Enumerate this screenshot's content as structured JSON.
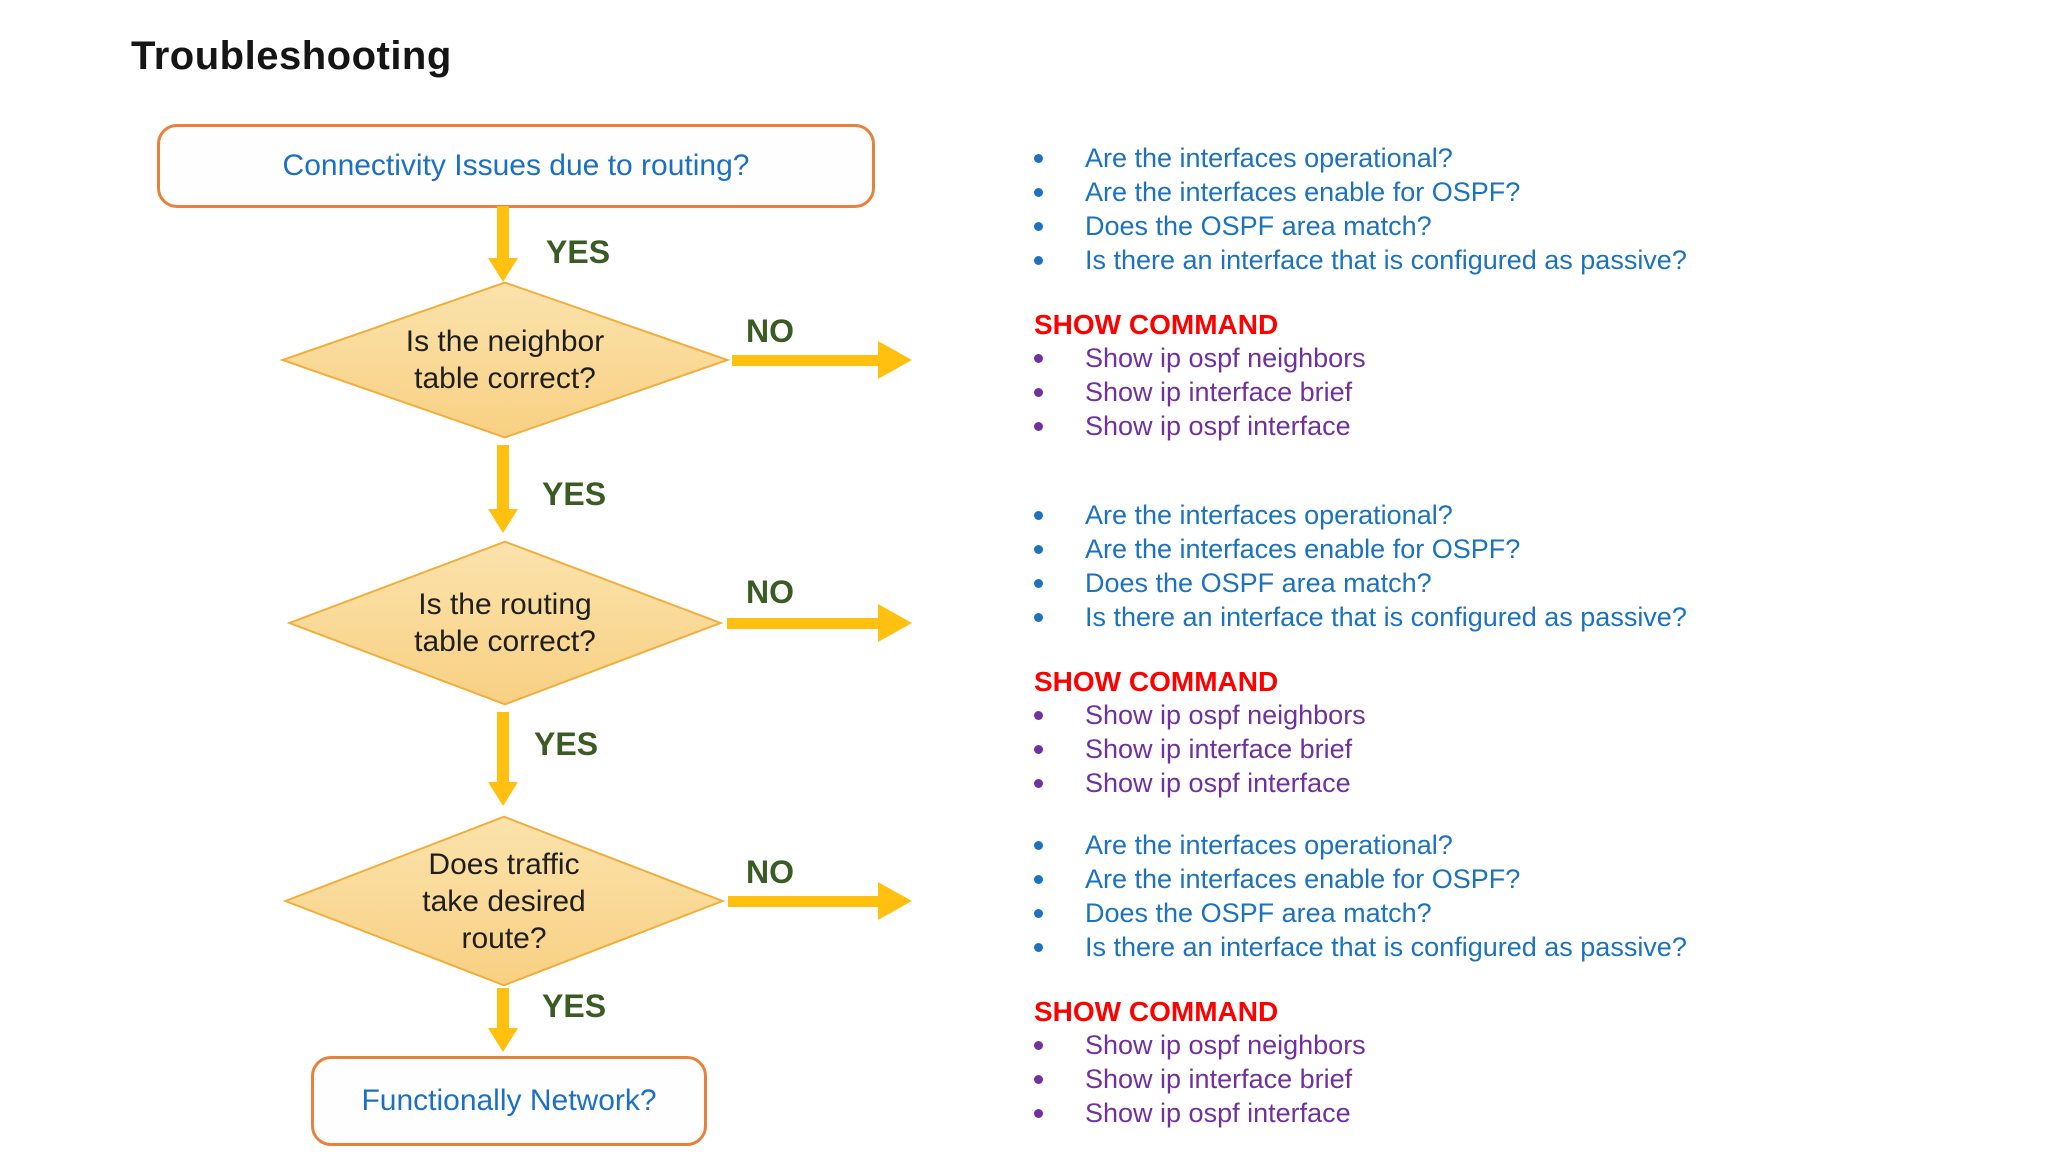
{
  "title": "Troubleshooting",
  "flowchart": {
    "start_label": "Connectivity Issues due to routing?",
    "end_label": "Functionally Network?",
    "yes_label": "YES",
    "no_label": "NO",
    "decisions": [
      {
        "lines": [
          "Is the neighbor",
          "table correct?"
        ]
      },
      {
        "lines": [
          "Is the routing",
          "table correct?"
        ]
      },
      {
        "lines": [
          "Does traffic",
          "take desired",
          "route?"
        ]
      }
    ]
  },
  "panels": [
    {
      "questions": [
        "Are the interfaces operational?",
        "Are the interfaces enable for OSPF?",
        "Does the OSPF area match?",
        "Is there an interface that is configured as passive?"
      ],
      "show_command_label": "SHOW COMMAND",
      "commands": [
        "Show ip ospf neighbors",
        "Show ip interface brief",
        "Show ip ospf interface"
      ]
    },
    {
      "questions": [
        "Are the interfaces operational?",
        "Are the interfaces enable for OSPF?",
        "Does the OSPF area match?",
        "Is there an interface that is configured as passive?"
      ],
      "show_command_label": "SHOW COMMAND",
      "commands": [
        "Show ip ospf neighbors",
        "Show ip interface brief",
        "Show ip ospf interface"
      ]
    },
    {
      "questions": [
        "Are the interfaces operational?",
        "Are the interfaces enable for OSPF?",
        "Does the OSPF area match?",
        "Is there an interface that is configured as passive?"
      ],
      "show_command_label": "SHOW COMMAND",
      "commands": [
        "Show ip ospf neighbors",
        "Show ip interface brief",
        "Show ip ospf interface"
      ]
    }
  ],
  "colors": {
    "box_border_orange": "#E8813B",
    "arrow_gold": "#FFC010",
    "diamond_fill_light": "#FBE3AC",
    "diamond_fill_dark": "#F8D083",
    "diamond_border": "#F2AE3C",
    "question_blue": "#1B72BE",
    "terminal_text_blue": "#1B6FC4",
    "yes_no_green": "#3A5B24",
    "show_command_red": "#FF0000",
    "command_purple": "#7030A0",
    "title_black": "#151515"
  }
}
